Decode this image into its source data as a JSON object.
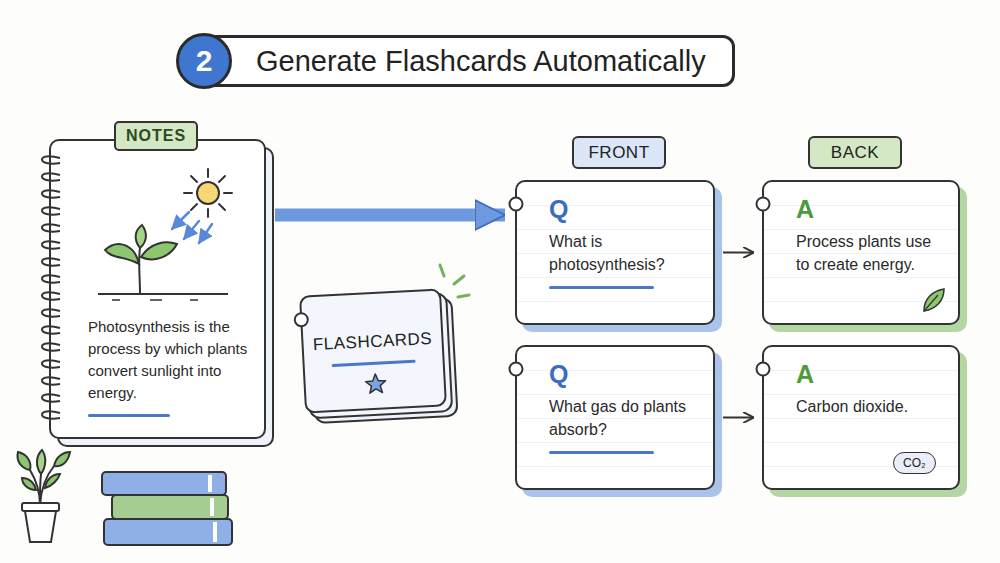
{
  "diagram": {
    "title": "Generate Flashcards Automatically",
    "nodes": [
      {
        "text": [
          "2"
        ]
      },
      {
        "text": [
          "NOTES",
          "Photosynthesis is the process by which plants convert sunlight into energy."
        ]
      },
      {
        "text": [
          "FLASHCARDS"
        ]
      },
      {
        "text": [
          "FRONT"
        ]
      },
      {
        "text": [
          "BACK"
        ]
      },
      {
        "text": [
          "Q",
          "What is photosynthesis?"
        ]
      },
      {
        "text": [
          "A",
          "Process plants use to create energy."
        ]
      },
      {
        "text": [
          "Q",
          "What gas do plants absorb?"
        ]
      },
      {
        "text": [
          "A",
          "Carbon dioxide."
        ]
      }
    ],
    "edges": [
      {
        "from": 1,
        "to": 5,
        "arrow": "to"
      },
      {
        "from": 5,
        "to": 6,
        "arrow": "to"
      },
      {
        "from": 7,
        "to": 8,
        "arrow": "to"
      }
    ],
    "labels": [
      "CO₂"
    ]
  }
}
